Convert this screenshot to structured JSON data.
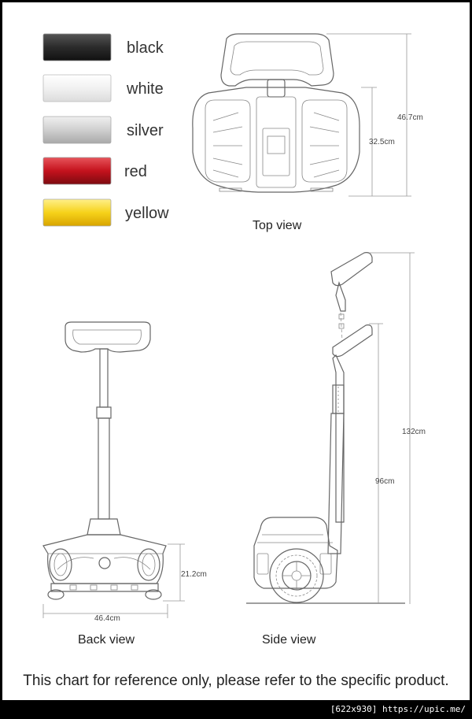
{
  "swatches": [
    {
      "label": "black",
      "color": "#2b2b2b",
      "highlight": "#555555"
    },
    {
      "label": "white",
      "color": "#f4f4f4",
      "highlight": "#ffffff"
    },
    {
      "label": "silver",
      "color": "#d0d0d0",
      "highlight": "#ececec"
    },
    {
      "label": "red",
      "color": "#c4121d",
      "highlight": "#e24a50"
    },
    {
      "label": "yellow",
      "color": "#f6d21a",
      "highlight": "#ffe97a"
    }
  ],
  "views": {
    "top": "Top view",
    "back": "Back view",
    "side": "Side view"
  },
  "dimensions": {
    "top_overall": "46.7cm",
    "top_body": "32.5cm",
    "back_height": "21.2cm",
    "back_width": "46.4cm",
    "side_total": "132cm",
    "side_handle": "96cm"
  },
  "disclaimer": "This chart for reference only, please refer to the specific product.",
  "watermark": "[622x930] https://upic.me/"
}
